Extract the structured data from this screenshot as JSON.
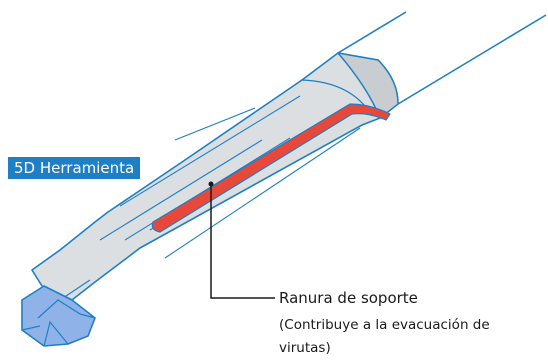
{
  "tool_label": "5D Herramienta",
  "callout": {
    "title": "Ranura de soporte",
    "description": "(Contribuye a la evacuación de virutas)"
  },
  "colors": {
    "outline": "#1f7fc4",
    "body_fill": "#dcdfe2",
    "body_shade": "#c9cdd1",
    "slot": "#e8483a",
    "tip": "#8fb3e8",
    "badge_bg": "#1f7fc4",
    "leader": "#1a1a1a"
  }
}
